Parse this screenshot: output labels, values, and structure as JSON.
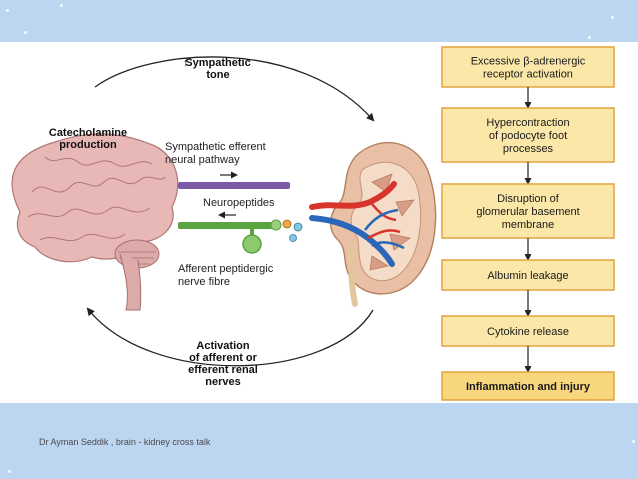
{
  "diagram": {
    "sympathetic_tone": "Sympathetic\ntone",
    "sympathetic_tone_arrow": "↑",
    "catecholamine": "Catecholamine\nproduction",
    "efferent_pathway": "Sympathetic efferent\nneural pathway",
    "neuropeptides": "Neuropeptides",
    "afferent_fibre": "Afferent peptidergic\nnerve fibre",
    "activation": "Activation\nof afferent or\nefferent renal\nnerves",
    "flow_steps": [
      "Excessive β-adrenergic\nreceptor activation",
      "Hypercontraction\nof podocyte foot\nprocesses",
      "Disruption of\nglomerular basement\nmembrane",
      "Albumin leakage",
      "Cytokine release",
      "Inflammation and injury"
    ]
  },
  "footer": "Dr Ayman Seddik , brain - kidney cross talk",
  "colors": {
    "background": "#bcd6f1",
    "panel": "#ffffff",
    "box_fill": "#fbe8a9",
    "box_fill_final": "#f7d67d",
    "box_border": "#e2a43d",
    "efferent_bar": "#7d5aa5",
    "afferent_bar": "#5aa441",
    "brain": "#e8b8b6",
    "kidney": "#e9bfa5"
  }
}
